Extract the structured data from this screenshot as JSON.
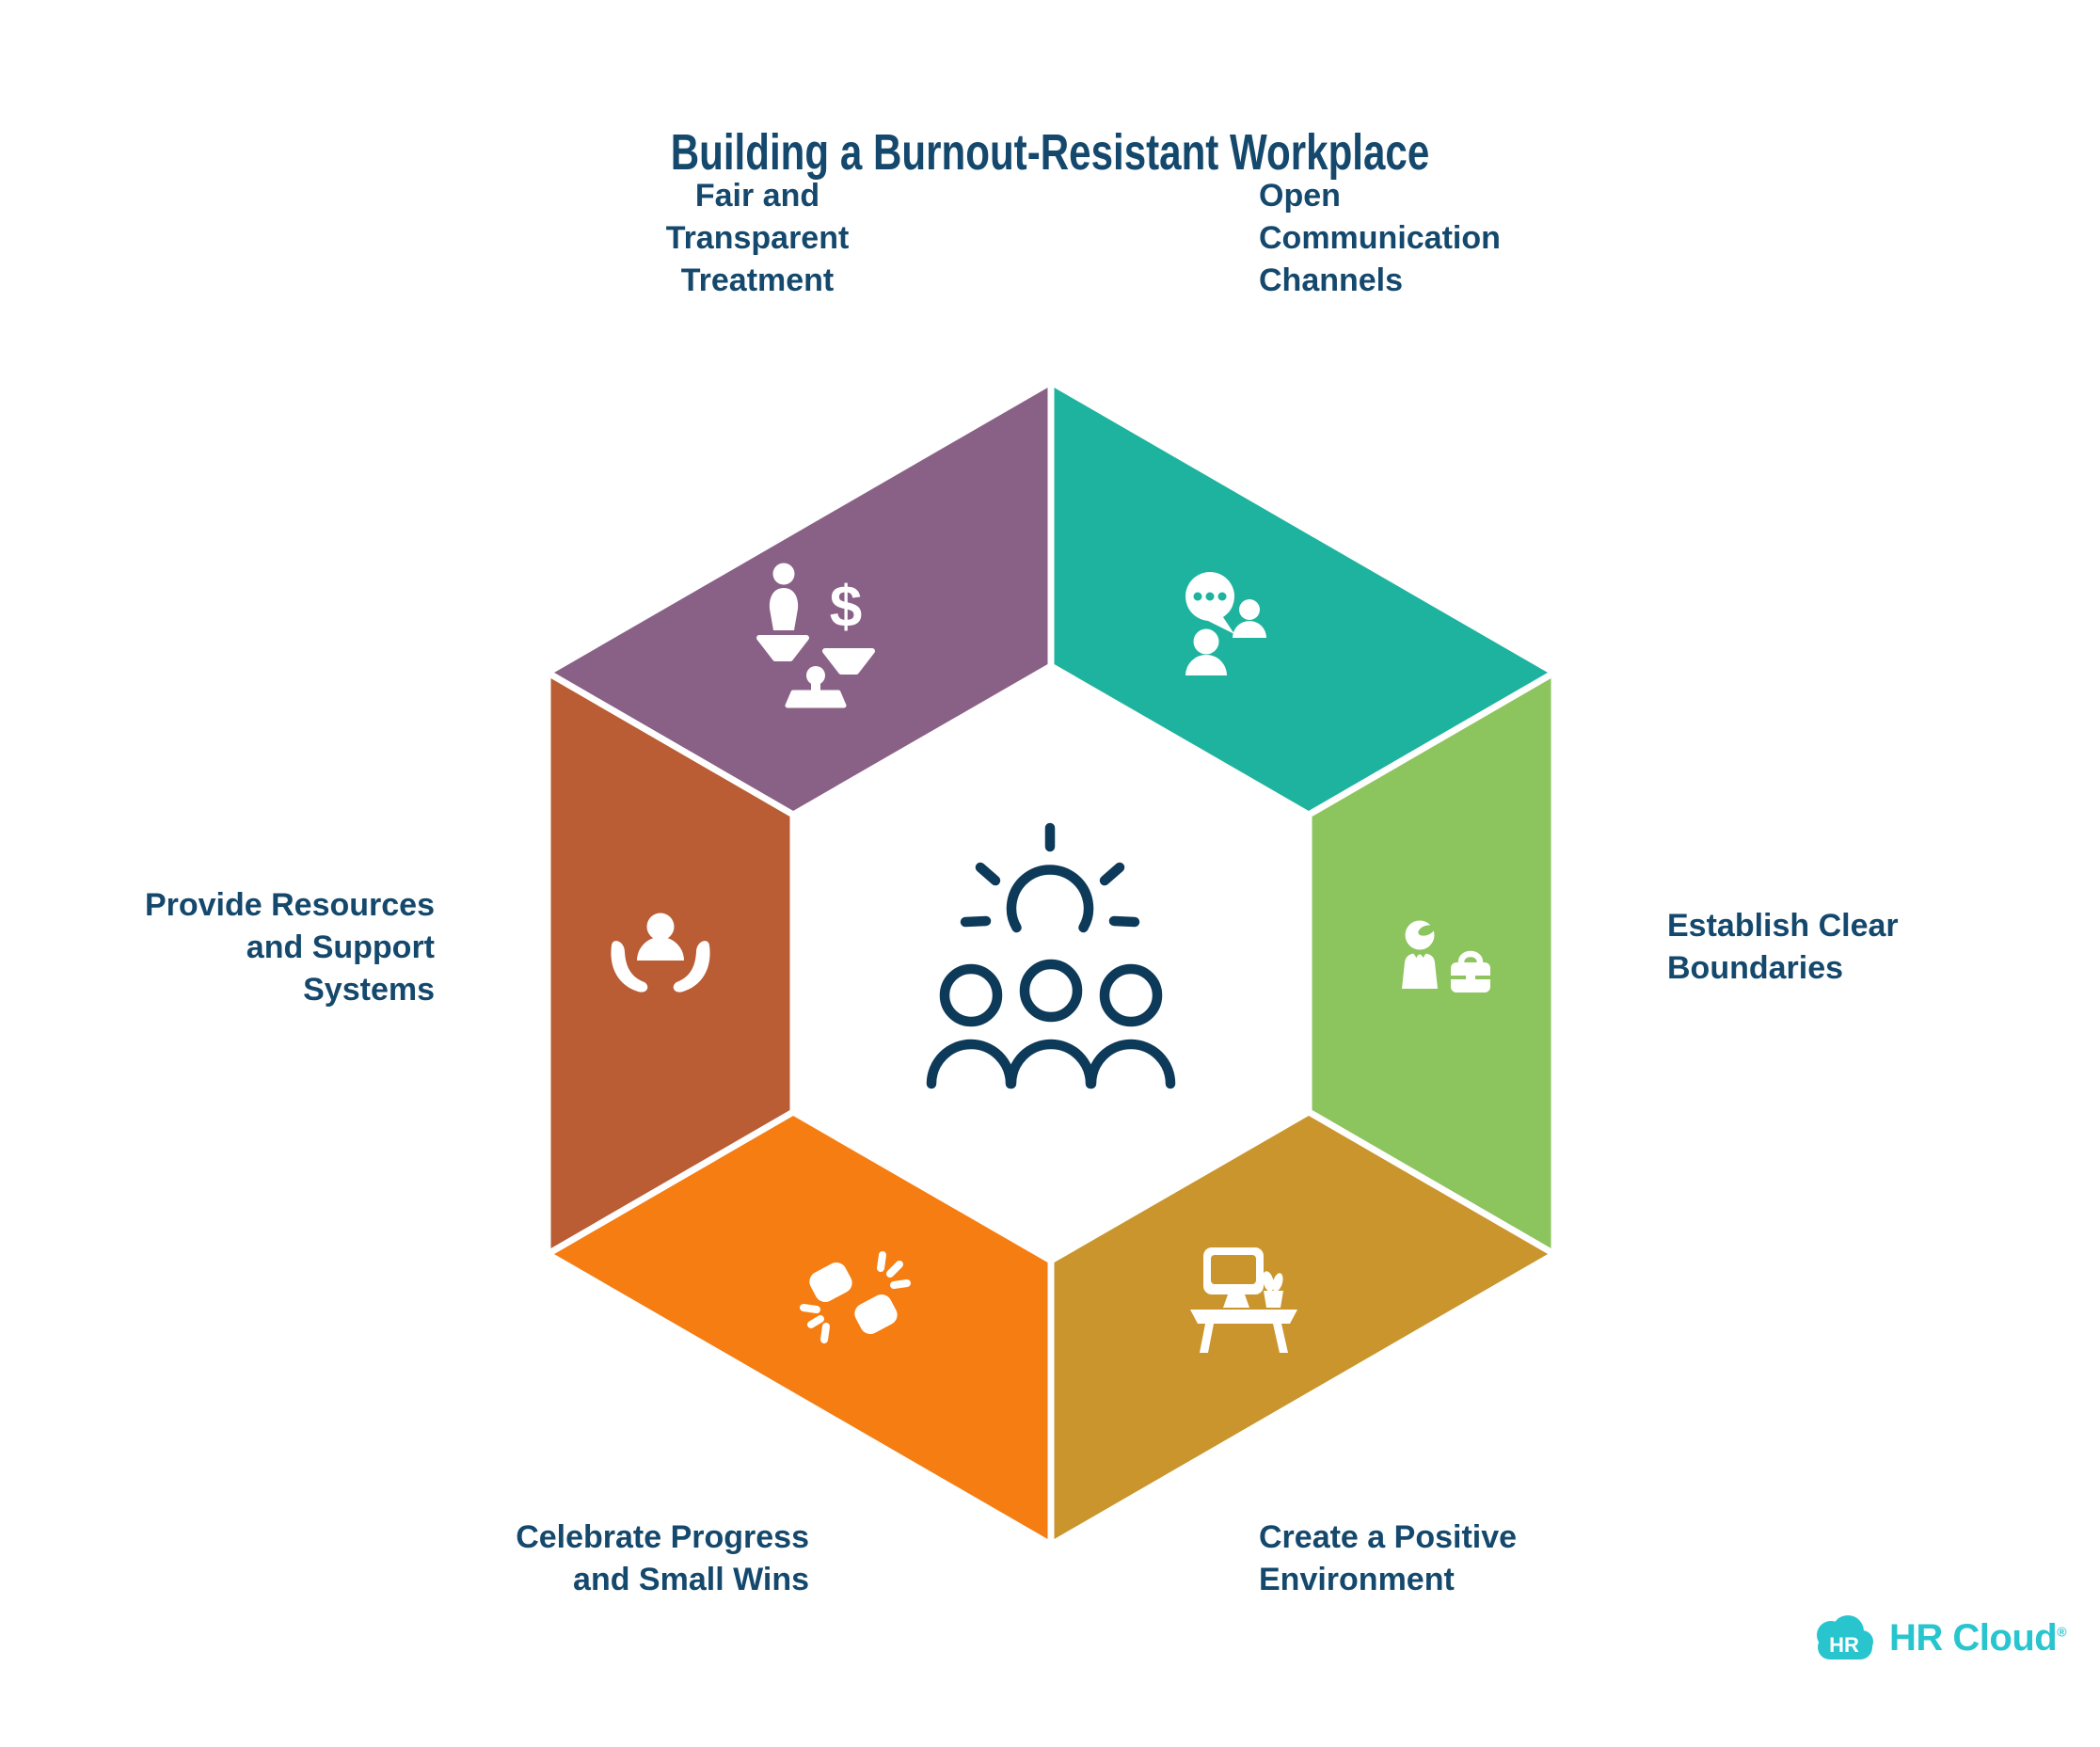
{
  "title": "Building a Burnout-Resistant Workplace",
  "text_color": "#14486C",
  "icon_stroke": "#0E3A5A",
  "background": "#FFFFFF",
  "segments": [
    {
      "name": "fair-treatment",
      "label": "Fair and\nTransparent\nTreatment",
      "color": "#8A6186",
      "icon": "balance-scale-icon"
    },
    {
      "name": "open-communication",
      "label": "Open\nCommunication\nChannels",
      "color": "#1EB39E",
      "icon": "chat-people-icon"
    },
    {
      "name": "clear-boundaries",
      "label": "Establish Clear\nBoundaries",
      "color": "#8CC45E",
      "icon": "person-briefcase-icon"
    },
    {
      "name": "positive-environment",
      "label": "Create a Positive\nEnvironment",
      "color": "#C9952C",
      "icon": "desk-workspace-icon"
    },
    {
      "name": "celebrate-progress",
      "label": "Celebrate Progress\nand Small Wins",
      "color": "#F57D11",
      "icon": "fist-bump-icon"
    },
    {
      "name": "resources-support",
      "label": "Provide Resources\nand Support\nSystems",
      "color": "#BA5C34",
      "icon": "caring-hands-icon"
    }
  ],
  "center": {
    "icon": "team-sunrise-icon"
  },
  "glyphs": {
    "dollar": "$"
  },
  "logo": {
    "badge": "HR",
    "name": "HR Cloud",
    "registered": "®",
    "color": "#29C5CE"
  }
}
